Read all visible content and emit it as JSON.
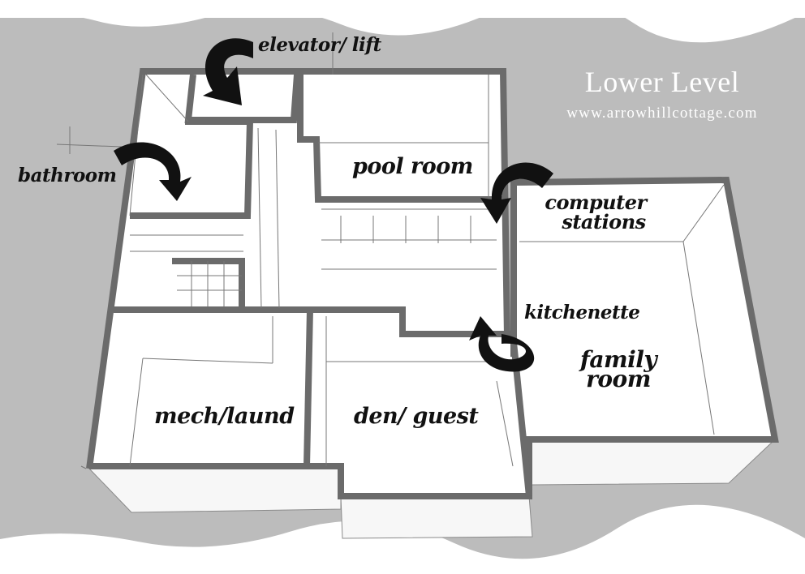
{
  "header": {
    "title": "Lower Level",
    "website": "www.arrowhillcottage.com"
  },
  "rooms": {
    "pool_room": "pool room",
    "mech_laund": "mech/laund",
    "den_guest": "den/ guest",
    "family_room_line1": "family",
    "family_room_line2": "room"
  },
  "callouts": {
    "elevator": "elevator/ lift",
    "bathroom": "bathroom",
    "computer_line1": "computer",
    "computer_line2": "stations",
    "kitchenette": "kitchenette"
  },
  "colors": {
    "background": "#bcbcbc",
    "wall": "#6b6b6b",
    "floor": "#ffffff",
    "ink": "#111111"
  }
}
